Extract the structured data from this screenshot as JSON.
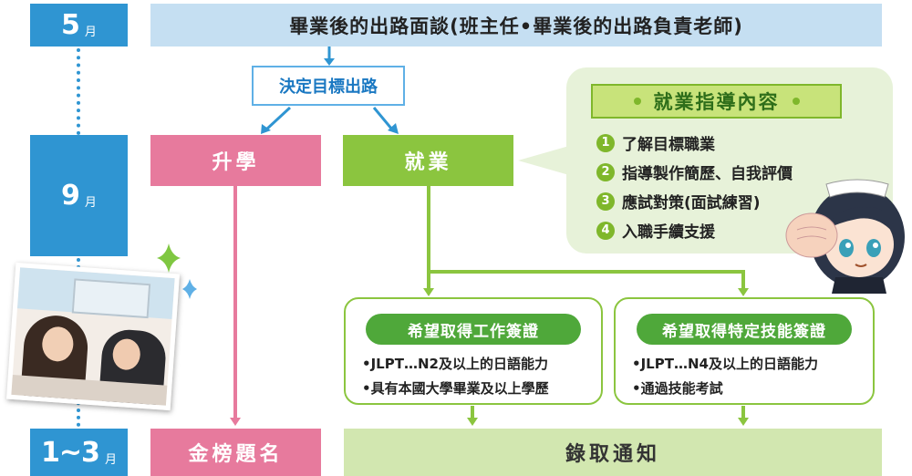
{
  "timeline": {
    "may": {
      "num": "5",
      "unit": "月"
    },
    "sep": {
      "num": "9",
      "unit": "月"
    },
    "jan_mar": {
      "num": "1~3",
      "unit": "月"
    }
  },
  "header": "畢業後的出路面談(班主任•畢業後的出路負責老師)",
  "decide": "決定目標出路",
  "further_study": "升學",
  "employment": "就業",
  "guidance": {
    "title": "就業指導內容",
    "items": [
      {
        "n": "1",
        "text": "了解目標職業"
      },
      {
        "n": "2",
        "text": "指導製作簡歷、自我評價"
      },
      {
        "n": "3",
        "text": "應試對策(面試練習)"
      },
      {
        "n": "4",
        "text": "入職手續支援"
      }
    ]
  },
  "visa_work": {
    "title": "希望取得工作簽證",
    "lines": [
      "•JLPT…N2及以上的日語能力",
      "•具有本國大學畢業及以上學歷"
    ]
  },
  "visa_skill": {
    "title": "希望取得特定技能簽證",
    "lines": [
      "•JLPT…N4及以上的日語能力",
      "•通過技能考試"
    ]
  },
  "result_study": "金榜題名",
  "result_employment": "錄取通知",
  "colors": {
    "blue": "#2f95d2",
    "pink": "#e77a9d",
    "green": "#8bc53f"
  }
}
